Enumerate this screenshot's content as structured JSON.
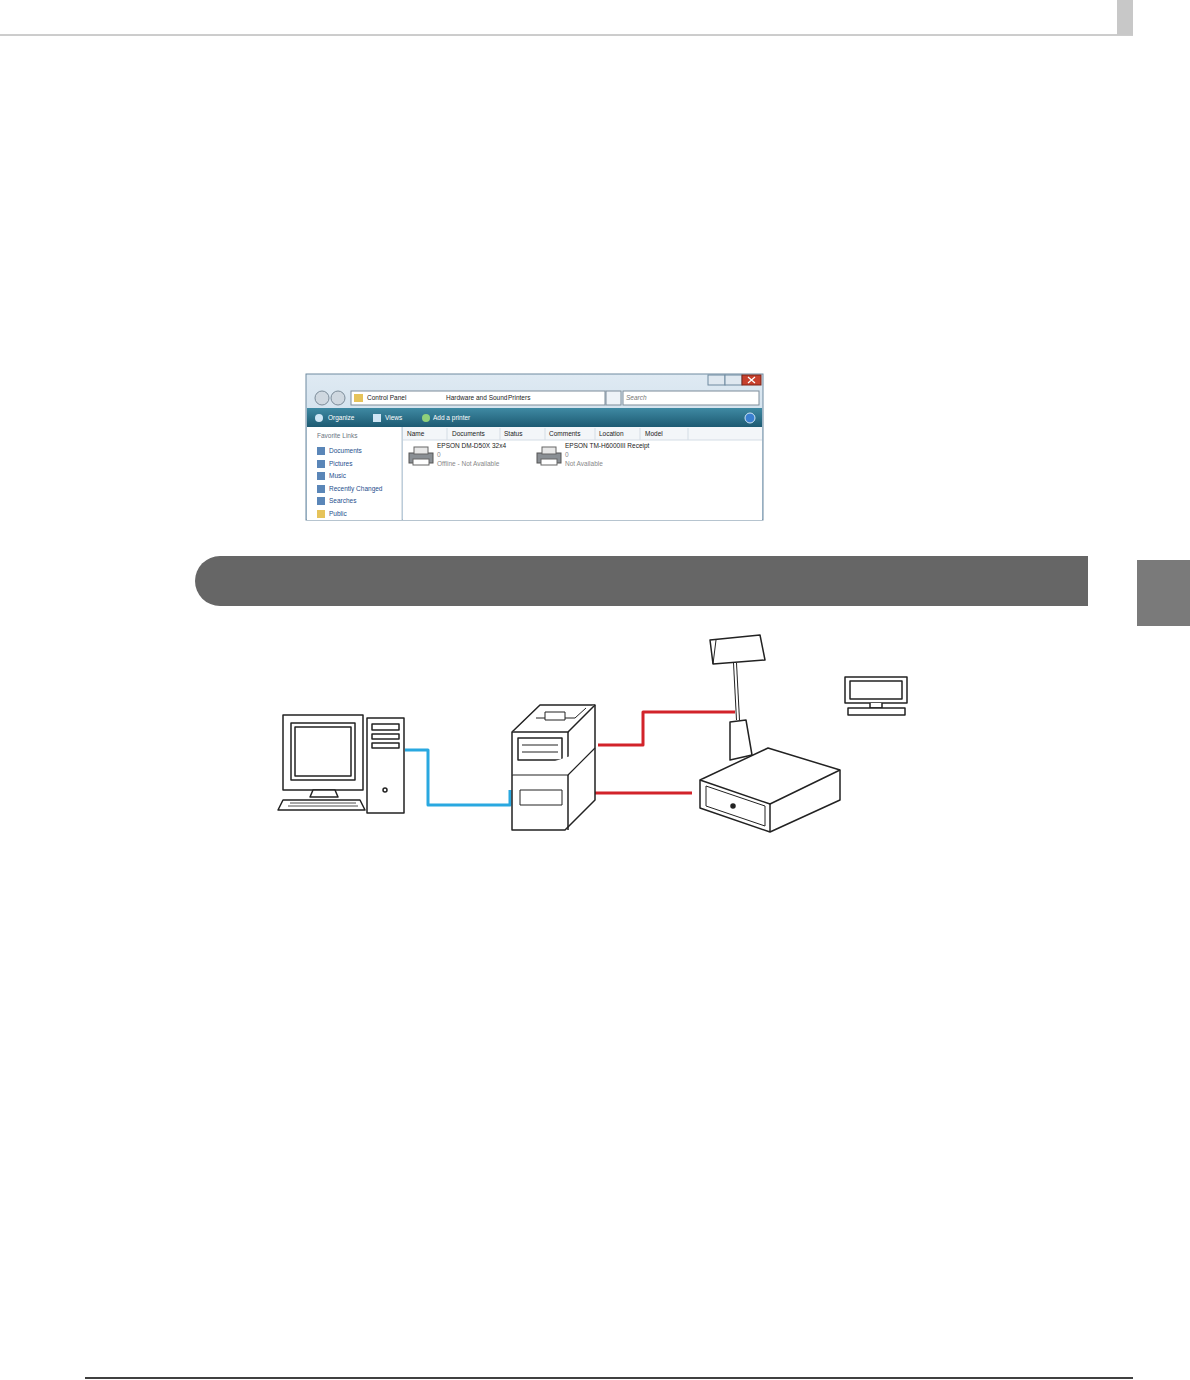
{
  "diagram": {
    "labels": [
      "Control Panel",
      "Hardware and Sound",
      "Printers",
      "Search",
      "Organize",
      "Views",
      "Add a printer",
      "Favorite Links",
      "Documents",
      "Pictures",
      "Music",
      "Recently Changed",
      "Searches",
      "Public",
      "Name",
      "Documents",
      "Status",
      "Comments",
      "Location",
      "Model",
      "EPSON DM-D50X 32x4",
      "0",
      "Offline - Not Available",
      "EPSON TM-H6000III Receipt",
      "0",
      "Not Available"
    ]
  }
}
